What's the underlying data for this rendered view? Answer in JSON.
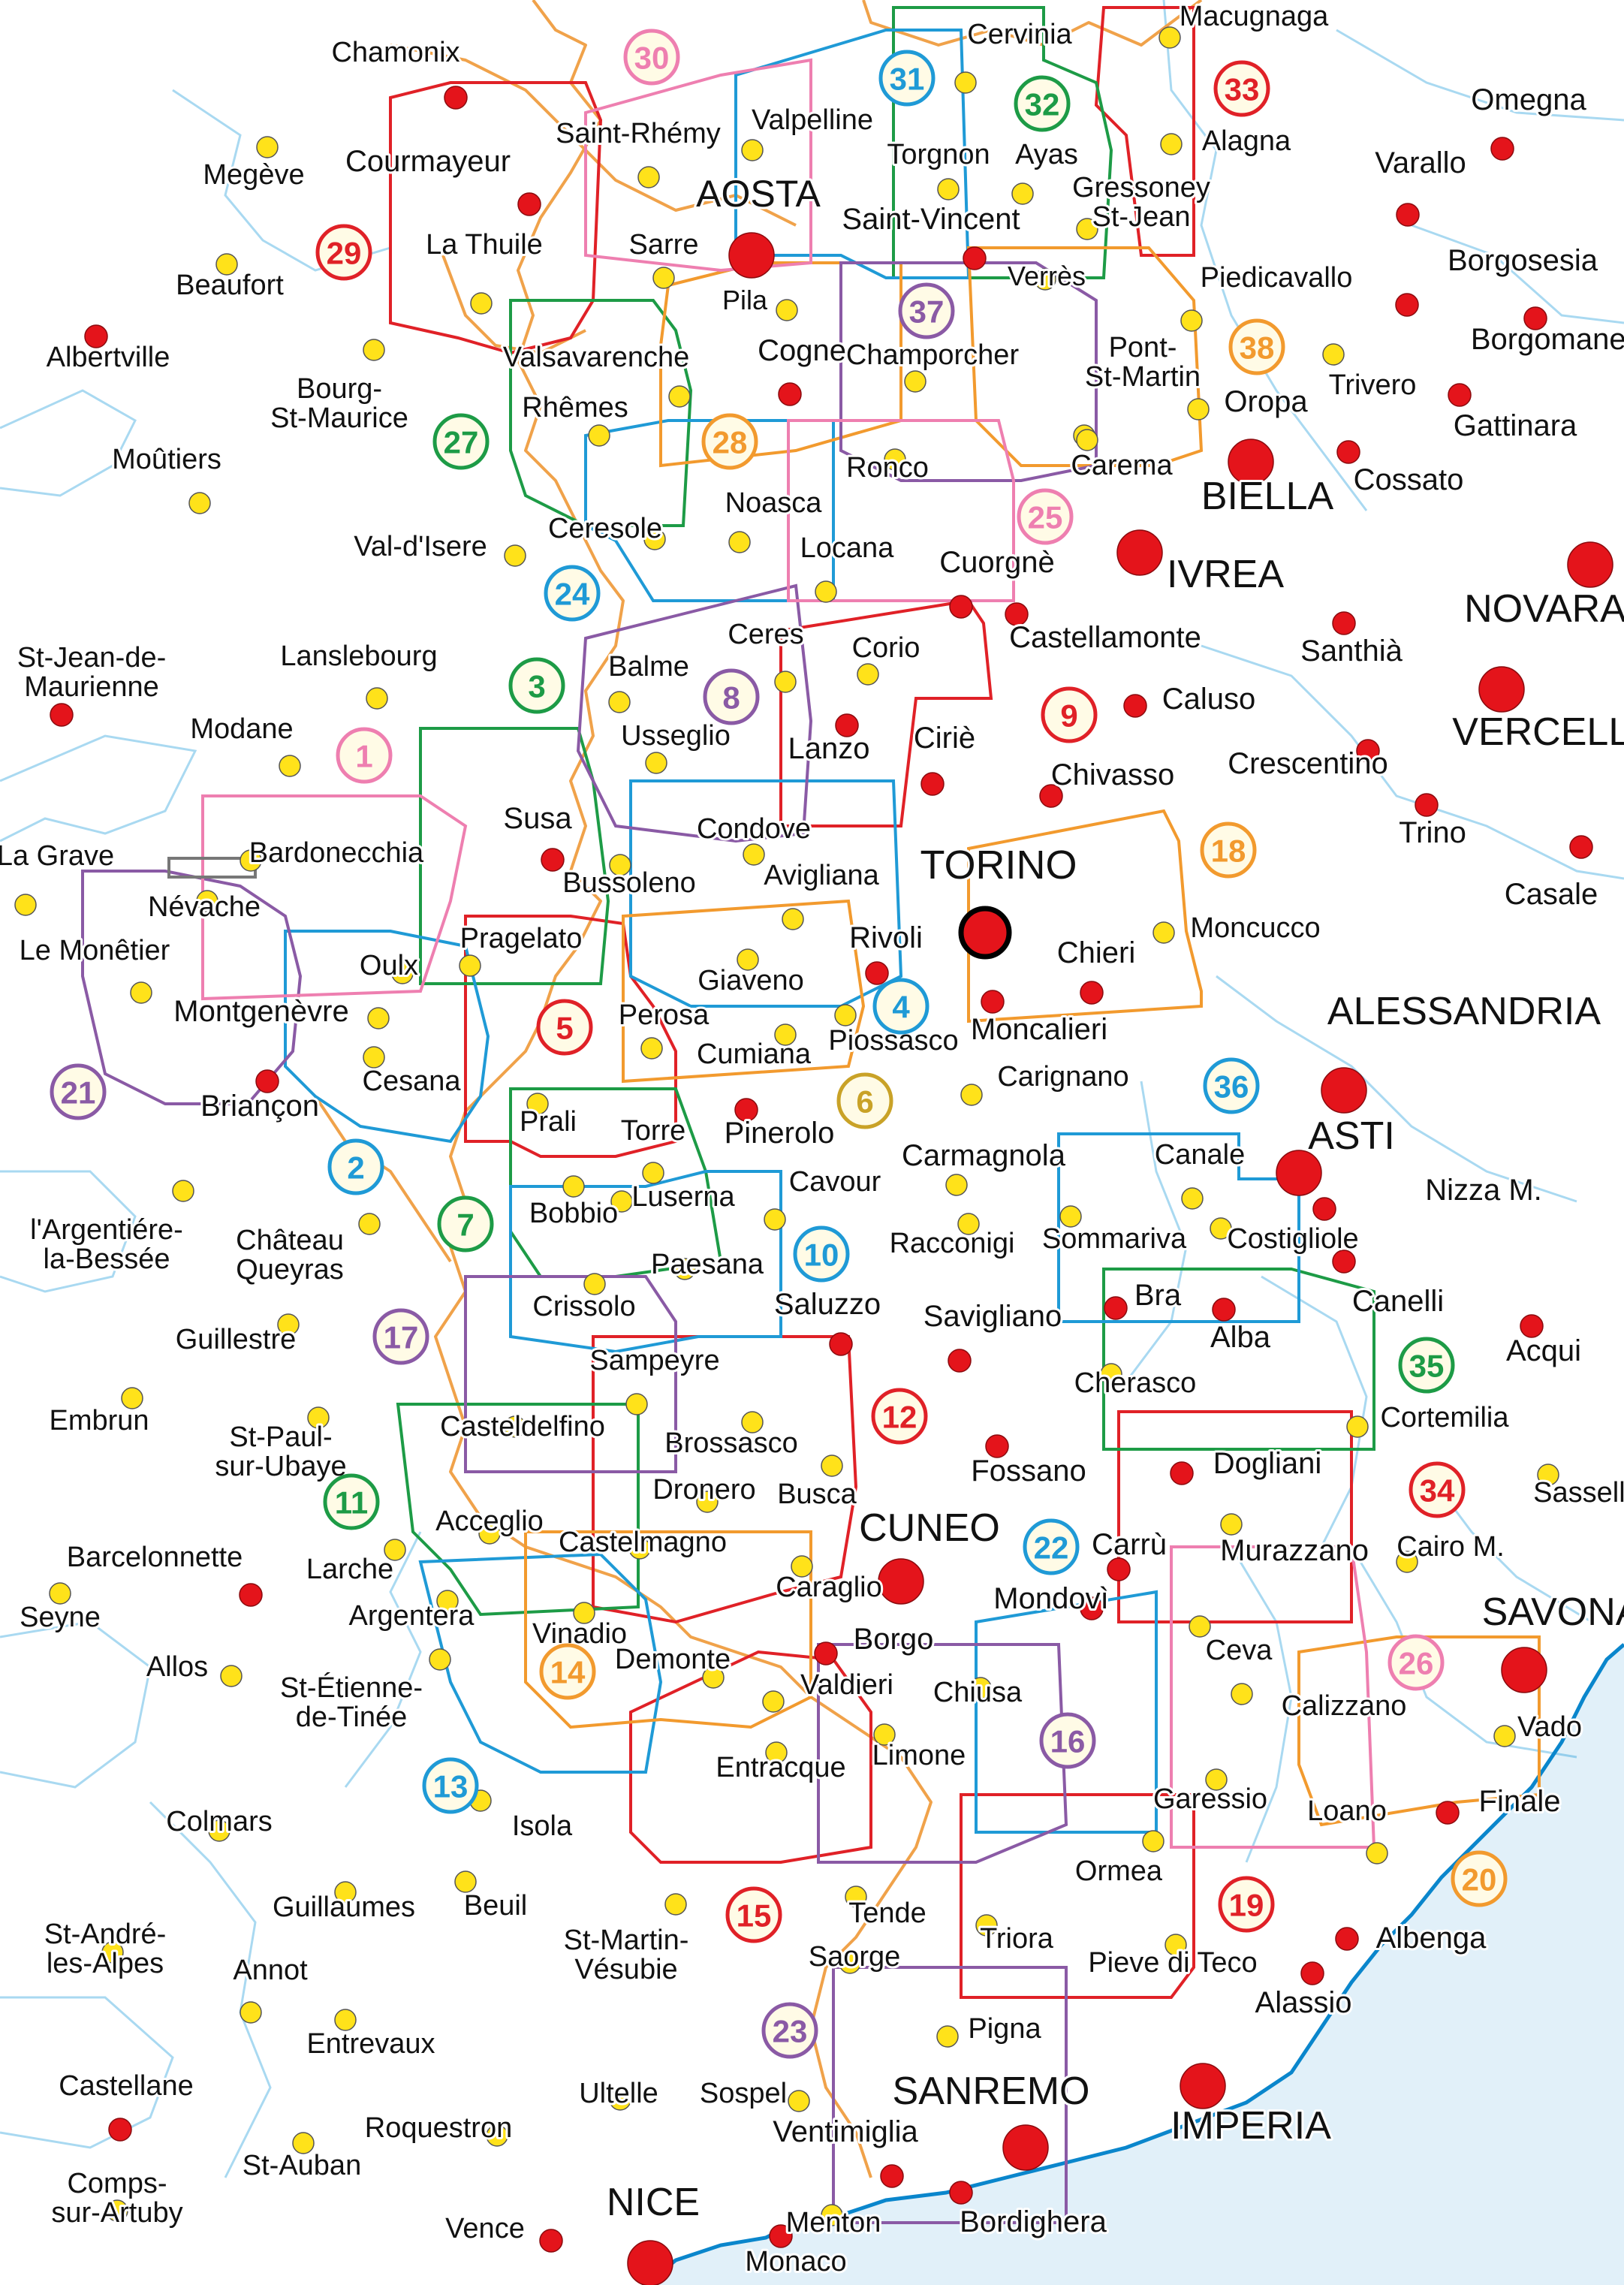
{
  "colors": {
    "major_city": "#e4141b",
    "minor_town": "#ffe21a",
    "border": "#f0a24a",
    "coast": "#7ec8ee",
    "ocean": "#0a86cc",
    "admin": "#a9d9f1",
    "sheet_red": "#e02127",
    "sheet_green": "#1d9b46",
    "sheet_blue": "#1f9ad6",
    "sheet_orange": "#f29a2e",
    "sheet_purple": "#8a5aa5",
    "sheet_pink": "#ee7fb0",
    "sheet_gray": "#777777"
  },
  "places": [
    {
      "name": "Chamonix",
      "type": "city",
      "label": "above"
    },
    {
      "name": "Courmayeur",
      "type": "city"
    },
    {
      "name": "La Thuile",
      "type": "town"
    },
    {
      "name": "Saint-Rhémy",
      "type": "town"
    },
    {
      "name": "Valpelline",
      "type": "town"
    },
    {
      "name": "AOSTA",
      "type": "major"
    },
    {
      "name": "Sarre",
      "type": "town"
    },
    {
      "name": "Pila",
      "type": "town"
    },
    {
      "name": "Cogne",
      "type": "city"
    },
    {
      "name": "Valsavarenche",
      "type": "town"
    },
    {
      "name": "Rhêmes",
      "type": "town"
    },
    {
      "name": "Cervinia",
      "type": "town"
    },
    {
      "name": "Torgnon",
      "type": "town"
    },
    {
      "name": "Ayas",
      "type": "town"
    },
    {
      "name": "Saint-Vincent",
      "type": "city"
    },
    {
      "name": "Verrès",
      "type": "town"
    },
    {
      "name": "Gressoney St-Jean",
      "type": "town"
    },
    {
      "name": "Champorcher",
      "type": "town"
    },
    {
      "name": "Pont-St-Martin",
      "type": "town"
    },
    {
      "name": "Macugnaga",
      "type": "town"
    },
    {
      "name": "Alagna",
      "type": "town"
    },
    {
      "name": "Piedicavallo",
      "type": "town"
    },
    {
      "name": "Oropa",
      "type": "town"
    },
    {
      "name": "Carema",
      "type": "town"
    },
    {
      "name": "BIELLA",
      "type": "major"
    },
    {
      "name": "Trivero",
      "type": "town"
    },
    {
      "name": "Omegna",
      "type": "city"
    },
    {
      "name": "Varallo",
      "type": "city"
    },
    {
      "name": "Borgosesia",
      "type": "city"
    },
    {
      "name": "Borgomanero",
      "type": "city"
    },
    {
      "name": "Gattinara",
      "type": "city"
    },
    {
      "name": "Cossato",
      "type": "city"
    },
    {
      "name": "Megève",
      "type": "town"
    },
    {
      "name": "Beaufort",
      "type": "town"
    },
    {
      "name": "Albertville",
      "type": "city"
    },
    {
      "name": "Bourg-St-Maurice",
      "type": "town"
    },
    {
      "name": "Moûtiers",
      "type": "town"
    },
    {
      "name": "Val-d'Isere",
      "type": "town"
    },
    {
      "name": "Ceresole",
      "type": "town"
    },
    {
      "name": "Noasca",
      "type": "town"
    },
    {
      "name": "Ronco",
      "type": "town"
    },
    {
      "name": "Locana",
      "type": "town"
    },
    {
      "name": "Cuorgnè",
      "type": "city"
    },
    {
      "name": "Castellamonte",
      "type": "city"
    },
    {
      "name": "IVREA",
      "type": "major"
    },
    {
      "name": "NOVARA",
      "type": "major"
    },
    {
      "name": "Santhià",
      "type": "city"
    },
    {
      "name": "VERCELLI",
      "type": "major"
    },
    {
      "name": "Crescentino",
      "type": "city"
    },
    {
      "name": "Trino",
      "type": "city"
    },
    {
      "name": "Casale",
      "type": "city"
    },
    {
      "name": "St-Jean-de-Maurienne",
      "type": "city"
    },
    {
      "name": "Lanslebourg",
      "type": "town"
    },
    {
      "name": "Modane",
      "type": "town"
    },
    {
      "name": "Balme",
      "type": "town"
    },
    {
      "name": "Ceres",
      "type": "town"
    },
    {
      "name": "Corio",
      "type": "town"
    },
    {
      "name": "Usseglio",
      "type": "town"
    },
    {
      "name": "Lanzo",
      "type": "city"
    },
    {
      "name": "Ciriè",
      "type": "city"
    },
    {
      "name": "Caluso",
      "type": "city"
    },
    {
      "name": "Chivasso",
      "type": "city"
    },
    {
      "name": "La Grave",
      "type": "town"
    },
    {
      "name": "Névache",
      "type": "town"
    },
    {
      "name": "Bardonecchia",
      "type": "town"
    },
    {
      "name": "Le Monêtier",
      "type": "town"
    },
    {
      "name": "Susa",
      "type": "city"
    },
    {
      "name": "Bussoleno",
      "type": "town"
    },
    {
      "name": "Condove",
      "type": "town"
    },
    {
      "name": "Avigliana",
      "type": "town"
    },
    {
      "name": "TORINO",
      "type": "capital"
    },
    {
      "name": "Rivoli",
      "type": "city"
    },
    {
      "name": "Chieri",
      "type": "city"
    },
    {
      "name": "Moncucco",
      "type": "town"
    },
    {
      "name": "Oulx",
      "type": "town"
    },
    {
      "name": "Pragelato",
      "type": "town"
    },
    {
      "name": "Montgenèvre",
      "type": "town"
    },
    {
      "name": "Cesana",
      "type": "town"
    },
    {
      "name": "Briançon",
      "type": "city"
    },
    {
      "name": "Giaveno",
      "type": "town"
    },
    {
      "name": "Perosa",
      "type": "town"
    },
    {
      "name": "Cumiana",
      "type": "town"
    },
    {
      "name": "Piossasco",
      "type": "town"
    },
    {
      "name": "Moncalieri",
      "type": "city"
    },
    {
      "name": "ALESSANDRIA",
      "type": "major"
    },
    {
      "name": "Carignano",
      "type": "town"
    },
    {
      "name": "Prali",
      "type": "town"
    },
    {
      "name": "Torre",
      "type": "town"
    },
    {
      "name": "Pinerolo",
      "type": "city"
    },
    {
      "name": "ASTI",
      "type": "major"
    },
    {
      "name": "Carmagnola",
      "type": "town"
    },
    {
      "name": "Canale",
      "type": "town"
    },
    {
      "name": "Nizza M.",
      "type": "city"
    },
    {
      "name": "l'Argentiére-la-Bessée",
      "type": "town"
    },
    {
      "name": "Château Queyras",
      "type": "town"
    },
    {
      "name": "Bobbio",
      "type": "town"
    },
    {
      "name": "Luserna",
      "type": "town"
    },
    {
      "name": "Cavour",
      "type": "town"
    },
    {
      "name": "Racconigi",
      "type": "town"
    },
    {
      "name": "Sommariva",
      "type": "town"
    },
    {
      "name": "Costigliole",
      "type": "town"
    },
    {
      "name": "Paesana",
      "type": "town"
    },
    {
      "name": "Crissolo",
      "type": "town"
    },
    {
      "name": "Saluzzo",
      "type": "city"
    },
    {
      "name": "Savigliano",
      "type": "city"
    },
    {
      "name": "Bra",
      "type": "city"
    },
    {
      "name": "Alba",
      "type": "city"
    },
    {
      "name": "Canelli",
      "type": "city"
    },
    {
      "name": "Acqui",
      "type": "city"
    },
    {
      "name": "Guillestre",
      "type": "town"
    },
    {
      "name": "Sampeyre",
      "type": "town"
    },
    {
      "name": "Cherasco",
      "type": "town"
    },
    {
      "name": "Embrun",
      "type": "town"
    },
    {
      "name": "St-Paul-sur-Ubaye",
      "type": "town"
    },
    {
      "name": "Casteldelfino",
      "type": "town"
    },
    {
      "name": "Brossasco",
      "type": "town"
    },
    {
      "name": "Fossano",
      "type": "city"
    },
    {
      "name": "Cortemilia",
      "type": "town"
    },
    {
      "name": "Dogliani",
      "type": "city"
    },
    {
      "name": "Sassello",
      "type": "town"
    },
    {
      "name": "Dronero",
      "type": "town"
    },
    {
      "name": "Busca",
      "type": "town"
    },
    {
      "name": "Acceglio",
      "type": "town"
    },
    {
      "name": "Castelmagno",
      "type": "town"
    },
    {
      "name": "CUNEO",
      "type": "major"
    },
    {
      "name": "Carrù",
      "type": "city"
    },
    {
      "name": "Murazzano",
      "type": "town"
    },
    {
      "name": "Cairo M.",
      "type": "town"
    },
    {
      "name": "Barcelonnette",
      "type": "city"
    },
    {
      "name": "Larche",
      "type": "town"
    },
    {
      "name": "Argentera",
      "type": "town"
    },
    {
      "name": "Caraglio",
      "type": "town"
    },
    {
      "name": "SAVONA",
      "type": "major"
    },
    {
      "name": "Seyne",
      "type": "town"
    },
    {
      "name": "Vinadio",
      "type": "town"
    },
    {
      "name": "Borgo",
      "type": "city"
    },
    {
      "name": "Mondovì",
      "type": "city"
    },
    {
      "name": "Ceva",
      "type": "town"
    },
    {
      "name": "Allos",
      "type": "town"
    },
    {
      "name": "St-Étienne-de-Tinée",
      "type": "town"
    },
    {
      "name": "Demonte",
      "type": "town"
    },
    {
      "name": "Valdieri",
      "type": "town"
    },
    {
      "name": "Chiusa",
      "type": "town"
    },
    {
      "name": "Calizzano",
      "type": "town"
    },
    {
      "name": "Vado",
      "type": "town"
    },
    {
      "name": "Colmars",
      "type": "town"
    },
    {
      "name": "Isola",
      "type": "town"
    },
    {
      "name": "Entracque",
      "type": "town"
    },
    {
      "name": "Limone",
      "type": "town"
    },
    {
      "name": "Garessio",
      "type": "town"
    },
    {
      "name": "Loano",
      "type": "town"
    },
    {
      "name": "Finale",
      "type": "city"
    },
    {
      "name": "Ormea",
      "type": "town"
    },
    {
      "name": "St-André-les-Alpes",
      "type": "town"
    },
    {
      "name": "Guillaumes",
      "type": "town"
    },
    {
      "name": "Beuil",
      "type": "town"
    },
    {
      "name": "St-Martin-Vésubie",
      "type": "town"
    },
    {
      "name": "Tende",
      "type": "town"
    },
    {
      "name": "Saorge",
      "type": "town"
    },
    {
      "name": "Triora",
      "type": "town"
    },
    {
      "name": "Pieve di Teco",
      "type": "town"
    },
    {
      "name": "Albenga",
      "type": "city"
    },
    {
      "name": "Annot",
      "type": "town"
    },
    {
      "name": "Alassio",
      "type": "city"
    },
    {
      "name": "Entrevaux",
      "type": "town"
    },
    {
      "name": "Pigna",
      "type": "town"
    },
    {
      "name": "Castellane",
      "type": "city"
    },
    {
      "name": "Ultelle",
      "type": "town"
    },
    {
      "name": "Sospel",
      "type": "town"
    },
    {
      "name": "SANREMO",
      "type": "major"
    },
    {
      "name": "IMPERIA",
      "type": "major"
    },
    {
      "name": "Roquestron",
      "type": "town"
    },
    {
      "name": "Ventimiglia",
      "type": "city"
    },
    {
      "name": "Compssur-Artuby",
      "type": "town"
    },
    {
      "name": "St-Auban",
      "type": "town"
    },
    {
      "name": "Vence",
      "type": "city"
    },
    {
      "name": "NICE",
      "type": "major"
    },
    {
      "name": "Menton",
      "type": "town"
    },
    {
      "name": "Bordighera",
      "type": "city"
    },
    {
      "name": "Monaco",
      "type": "city"
    }
  ],
  "sheets": [
    {
      "num": "1",
      "color": "pink"
    },
    {
      "num": "2",
      "color": "blue"
    },
    {
      "num": "3",
      "color": "green"
    },
    {
      "num": "4",
      "color": "blue"
    },
    {
      "num": "5",
      "color": "red"
    },
    {
      "num": "6",
      "color": "olive"
    },
    {
      "num": "7",
      "color": "green"
    },
    {
      "num": "8",
      "color": "purple"
    },
    {
      "num": "9",
      "color": "red"
    },
    {
      "num": "10",
      "color": "blue"
    },
    {
      "num": "11",
      "color": "green"
    },
    {
      "num": "12",
      "color": "red"
    },
    {
      "num": "13",
      "color": "blue"
    },
    {
      "num": "14",
      "color": "orange"
    },
    {
      "num": "15",
      "color": "red"
    },
    {
      "num": "16",
      "color": "purple"
    },
    {
      "num": "17",
      "color": "purple"
    },
    {
      "num": "18",
      "color": "orange"
    },
    {
      "num": "19",
      "color": "red"
    },
    {
      "num": "20",
      "color": "orange"
    },
    {
      "num": "21",
      "color": "purple"
    },
    {
      "num": "22",
      "color": "blue"
    },
    {
      "num": "23",
      "color": "purple"
    },
    {
      "num": "24",
      "color": "blue"
    },
    {
      "num": "25",
      "color": "pink"
    },
    {
      "num": "26",
      "color": "pink"
    },
    {
      "num": "27",
      "color": "green"
    },
    {
      "num": "28",
      "color": "orange"
    },
    {
      "num": "29",
      "color": "red"
    },
    {
      "num": "30",
      "color": "pink"
    },
    {
      "num": "31",
      "color": "blue"
    },
    {
      "num": "32",
      "color": "green"
    },
    {
      "num": "33",
      "color": "red"
    },
    {
      "num": "34",
      "color": "red"
    },
    {
      "num": "35",
      "color": "green"
    },
    {
      "num": "36",
      "color": "blue"
    },
    {
      "num": "37",
      "color": "purple"
    },
    {
      "num": "38",
      "color": "orange"
    }
  ]
}
